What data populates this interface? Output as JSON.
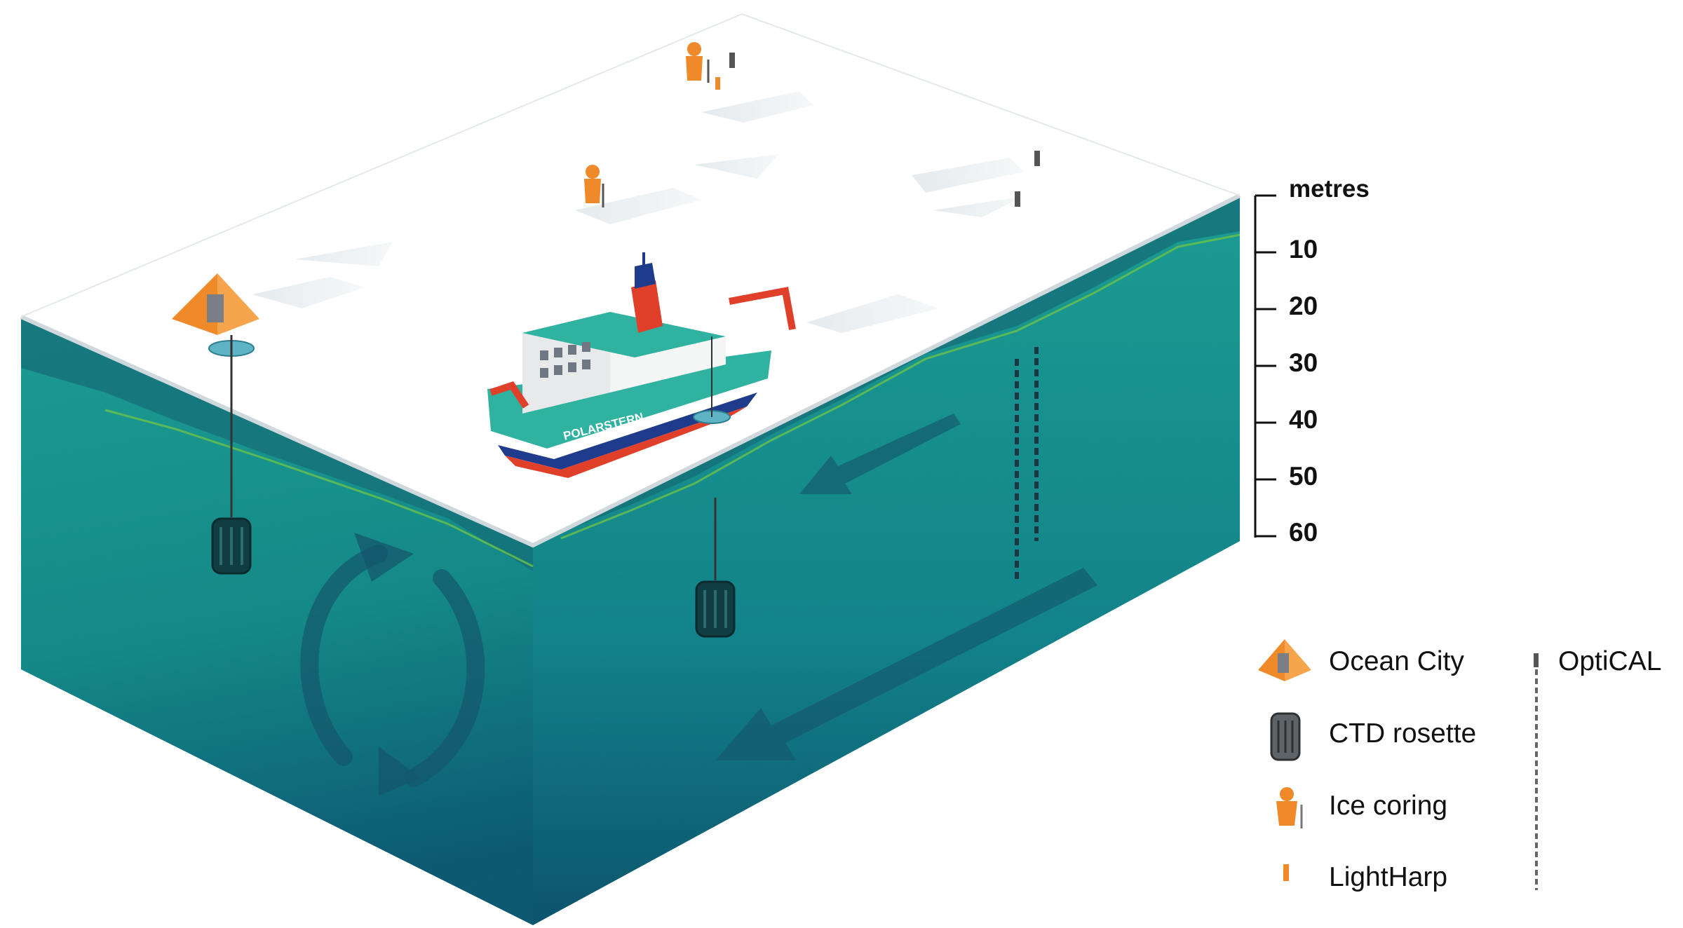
{
  "ship": {
    "name": "POLARSTERN"
  },
  "depth_scale": {
    "unit_label": "metres",
    "ticks": [
      "10",
      "20",
      "30",
      "40",
      "50",
      "60"
    ]
  },
  "legend": {
    "items": [
      {
        "icon": "ocean-city-tent-icon",
        "label": "Ocean City"
      },
      {
        "icon": "ctd-rosette-icon",
        "label": "CTD rosette"
      },
      {
        "icon": "ice-coring-person-icon",
        "label": "Ice coring"
      },
      {
        "icon": "lightharp-icon",
        "label": "LightHarp"
      },
      {
        "icon": "optical-chain-icon",
        "label": "OptiCAL"
      }
    ]
  },
  "colors": {
    "ocean_light": "#1f9d93",
    "ocean_dark": "#0f4f68",
    "ice": "#ffffff",
    "orange": "#ef8a2a",
    "ship_red": "#e0402a",
    "ship_teal": "#2fb3a0",
    "ship_blue": "#1f3c8c"
  }
}
